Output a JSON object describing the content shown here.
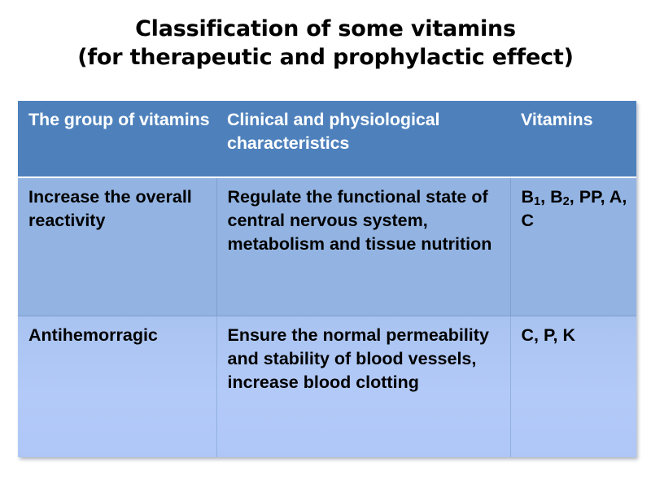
{
  "slide": {
    "background_color": "#FFFFFF",
    "title": {
      "line1": "Classification of some vitamins",
      "line2": "(for therapeutic and prophylactic effect)"
    }
  },
  "colors": {
    "header_background": "#4E81BC",
    "header_text": "#FFFFFF",
    "row1_background": "#93B4E2",
    "row2_background": "#B0C8F6",
    "body_text": "#000000",
    "grid_line": "#7F9FD0"
  },
  "table": {
    "headers": [
      "The group of vitamins",
      "Clinical and physiological characteristics",
      "Vitamins"
    ],
    "rows": [
      {
        "group": "Increase the overall reactivity",
        "characteristics": "Regulate the functional state of central nervous system, metabolism and tissue nutrition",
        "vitamins_prefix": "B",
        "vitamins_sub1": "1",
        "vitamins_mid": ", B",
        "vitamins_sub2": "2",
        "vitamins_suffix": ", PP, A, C",
        "vitamins_plain": "B1, B2, PP, A, C"
      },
      {
        "group": "Antihemorragic",
        "characteristics": "Ensure the normal permeability and stability of blood vessels, increase blood clotting",
        "vitamins_plain": "C, P, K"
      }
    ]
  }
}
